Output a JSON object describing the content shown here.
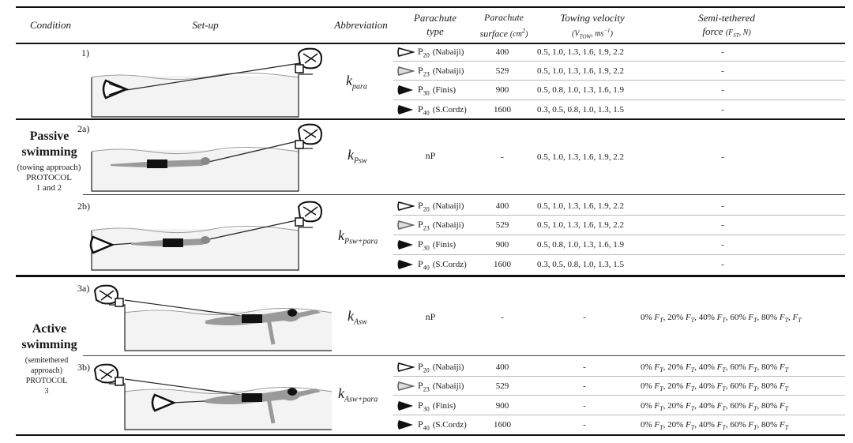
{
  "header": {
    "condition": "Condition",
    "setup": "Set-up",
    "abbreviation": "Abbreviation",
    "parachute_type": "Parachute type",
    "parachute_surface": "Parachute surface (cm²)",
    "towing_velocity_line1": "Towing velocity",
    "towing_velocity_line2": "(V TOW, ms⁻¹)",
    "semi_tethered_line1": "Semi-tethered",
    "semi_tethered_line2": "force (F ST, N)"
  },
  "conditions": {
    "passive": {
      "title_line1": "Passive",
      "title_line2": "swimming",
      "sub1": "(towing approach)",
      "sub2": "PROTOCOL",
      "sub3": "1 and 2"
    },
    "active": {
      "title_line1": "Active",
      "title_line2": "swimming",
      "sub1": "(semitethered",
      "sub2": "approach)",
      "sub3": "PROTOCOL",
      "sub4": "3"
    }
  },
  "steps": {
    "s1": "1)",
    "s2a": "2a)",
    "s2b": "2b)",
    "s3a": "3a)",
    "s3b": "3b)"
  },
  "abbreviations": {
    "k1": {
      "main": "k",
      "sub": "para"
    },
    "k2a": {
      "main": "k",
      "sub": "Psw"
    },
    "k2b": {
      "main": "k",
      "sub": "Psw+para"
    },
    "k3a": {
      "main": "k",
      "sub": "Asw"
    },
    "k3b": {
      "main": "k",
      "sub": "Asw+para"
    }
  },
  "parachutes": {
    "p20": {
      "label": "P",
      "sub": "20",
      "brand": "(Nabaiji)",
      "surface": "400"
    },
    "p23": {
      "label": "P",
      "sub": "23",
      "brand": "(Nabaiji)",
      "surface": "529"
    },
    "p30": {
      "label": "P",
      "sub": "30",
      "brand": "(Finis)",
      "surface": "900"
    },
    "p40": {
      "label": "P",
      "sub": "40",
      "brand": "(S.Cordz)",
      "surface": "1600"
    }
  },
  "velocities": {
    "v1": "0.5, 1.0, 1.3, 1.6, 1.9, 2.2",
    "v2": "0.5, 1.0, 1.3, 1.6, 1.9, 2.2",
    "v3": "0.5, 0.8, 1.0, 1.3, 1.6, 1.9",
    "v4": "0.3, 0.5, 0.8, 1.0, 1.3, 1.5",
    "v2a": "0.5, 1.0, 1.3, 1.6, 1.9, 2.2"
  },
  "np": "nP",
  "dash": "-",
  "forces": {
    "f3a": [
      "0%",
      "20%",
      "40%",
      "60%",
      "80%",
      ""
    ],
    "f3b": [
      "0%",
      "20%",
      "40%",
      "60%",
      "80%"
    ],
    "F": "F",
    "T": "T"
  },
  "colors": {
    "rule": "#111111",
    "swimmer": "#8f8f8f",
    "swimmer_dark": "#1a1a1a",
    "water": "#f1f1f1"
  }
}
